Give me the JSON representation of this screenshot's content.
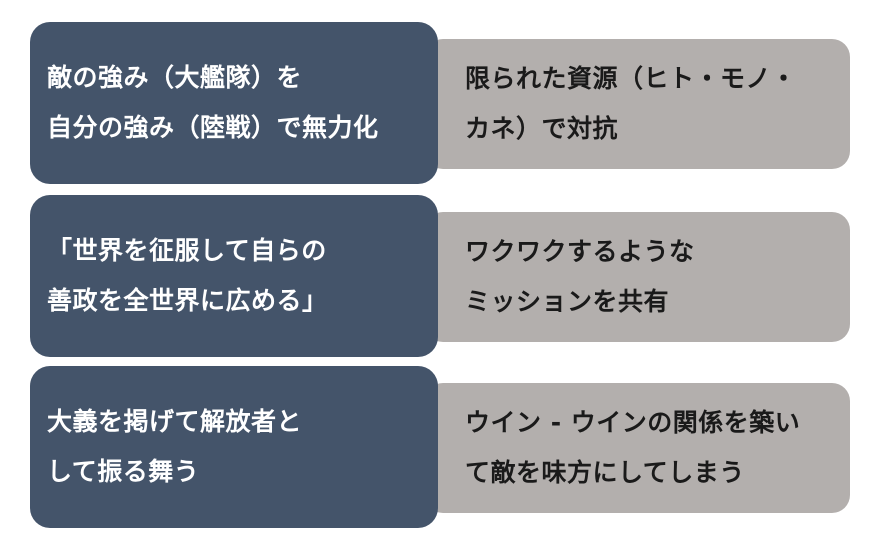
{
  "colors": {
    "left_box": "#44546a",
    "right_box": "#b3afad",
    "left_text": "#ffffff",
    "right_text": "#1a1a1a"
  },
  "rows": [
    {
      "left": [
        "敵の強み（大艦隊）を",
        "自分の強み（陸戦）で無力化"
      ],
      "right": [
        "限られた資源（ヒト・モノ・",
        "カネ）で対抗"
      ]
    },
    {
      "left": [
        "「世界を征服して自らの",
        "善政を全世界に広める」"
      ],
      "right": [
        "ワクワクするような",
        "ミッションを共有"
      ]
    },
    {
      "left": [
        "大義を掲げて解放者と",
        "して振る舞う"
      ],
      "right": [
        "ウイン - ウインの関係を築い",
        "て敵を味方にしてしまう"
      ]
    }
  ]
}
